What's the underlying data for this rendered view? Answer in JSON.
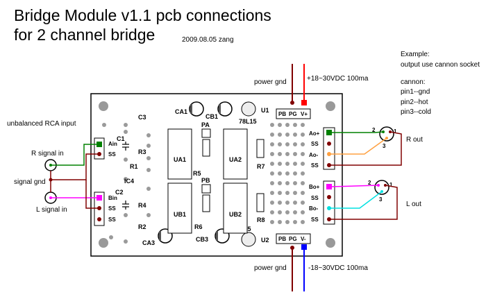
{
  "title": {
    "line1": "Bridge Module v1.1 pcb connections",
    "line2": "for 2 channel bridge",
    "date": "2009.08.05 zang"
  },
  "example": {
    "heading": "Example:",
    "line2": "output use cannon socket",
    "cannon": "cannon:",
    "pin1": "pin1--gnd",
    "pin2": "pin2--hot",
    "pin3": "pin3--cold"
  },
  "power_top": {
    "gnd_label": "power gnd",
    "v_label": "+18~30VDC 100ma"
  },
  "power_bottom": {
    "gnd_label": "power gnd",
    "v_label": "-18~30VDC 100ma"
  },
  "inputs": {
    "heading": "unbalanced RCA input",
    "r_label": "R signal in",
    "gnd_label": "signal gnd",
    "l_label": "L signal in"
  },
  "outputs": {
    "r_label": "R out",
    "l_label": "L out"
  },
  "board": {
    "chips": [
      "UA1",
      "UA2",
      "UB1",
      "UB2"
    ],
    "regulators": [
      "U1",
      "U2"
    ],
    "reg_labels": [
      "78L15",
      "79L15"
    ],
    "caps": [
      "CA1",
      "CB1",
      "CA3",
      "CB3"
    ],
    "small_caps": [
      "C3",
      "C1",
      "IC4",
      "C2"
    ],
    "resistors": [
      "R3",
      "R1",
      "R4",
      "R2",
      "R5",
      "R6",
      "R7",
      "R8"
    ],
    "pots": [
      "PA",
      "PB"
    ],
    "input_pins": {
      "ain": "Ain",
      "bin": "Bin",
      "ss": "SS"
    },
    "power_pins": {
      "pb": "PB",
      "pg": "PG",
      "vplus": "V+",
      "vminus": "V-"
    },
    "out_a": [
      "Ao+",
      "SS",
      "Ao-",
      "SS"
    ],
    "out_b": [
      "Bo+",
      "SS",
      "Bo-",
      "SS"
    ]
  },
  "xlr_pins": {
    "p1": "1",
    "p2": "2",
    "p3": "3"
  },
  "colors": {
    "gnd_wire": "#800000",
    "red": "#ff0000",
    "blue": "#0000ff",
    "green": "#008000",
    "pink": "#ff00ff",
    "orange": "#ffa040",
    "cyan": "#00e0e0",
    "board": "#ffffff"
  }
}
